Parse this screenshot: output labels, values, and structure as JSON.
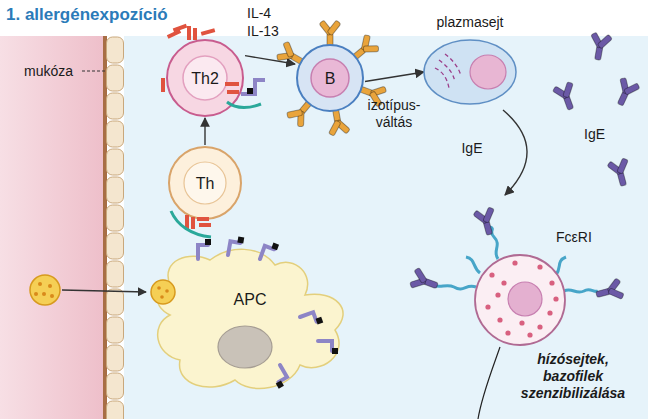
{
  "diagram": {
    "title": "1. allergénexpozíció",
    "nodes": [
      {
        "text": [
          "Th2"
        ]
      },
      {
        "text": [
          "B"
        ]
      },
      {
        "text": [
          "plazmasejt"
        ]
      },
      {
        "text": [
          "Th"
        ]
      },
      {
        "text": [
          "APC"
        ]
      },
      {
        "text": [
          "hízósejtek, bazofilek szenzibilizálása"
        ]
      }
    ],
    "edges": [
      {
        "from": 3,
        "to": 0,
        "arrow": "to"
      },
      {
        "from": 0,
        "to": 1,
        "arrow": "to"
      },
      {
        "from": 1,
        "to": 2,
        "label": "izotípus- váltás",
        "arrow": "to"
      },
      {
        "from": 2,
        "to": 5,
        "label": "IgE",
        "arrow": "to"
      }
    ],
    "labels": [
      "mukóza",
      "IL-4",
      "IL-13",
      "IgE",
      "FcεRI"
    ]
  }
}
